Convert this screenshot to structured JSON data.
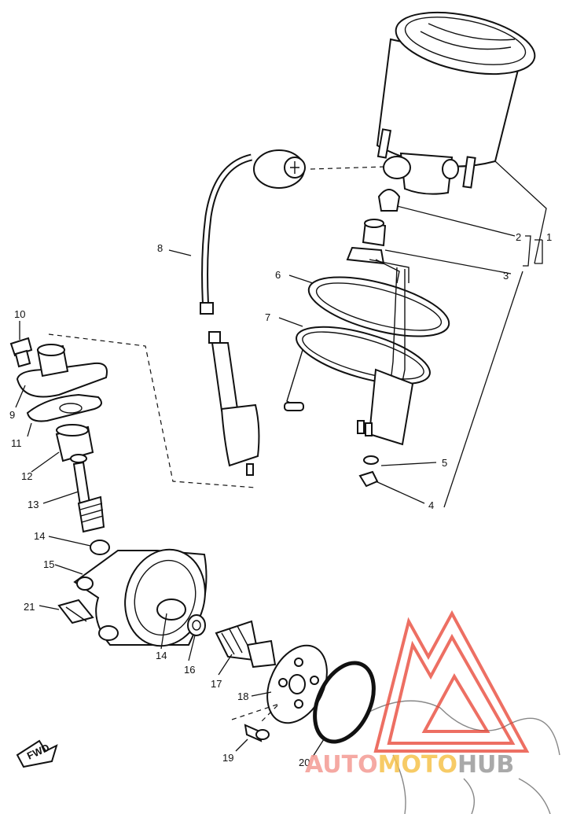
{
  "callouts": [
    "1",
    "2",
    "3",
    "4",
    "5",
    "6",
    "7",
    "8",
    "9",
    "10",
    "11",
    "12",
    "13",
    "14",
    "14",
    "15",
    "16",
    "17",
    "18",
    "19",
    "20",
    "21"
  ],
  "fwd_label": "FWD",
  "watermark": {
    "brand": "AUTOMOTOHUB",
    "colors": {
      "auto": "#f39a93",
      "moto": "#f6c24b",
      "hub": "#9a9a9a",
      "logo": "#e8402f"
    }
  }
}
